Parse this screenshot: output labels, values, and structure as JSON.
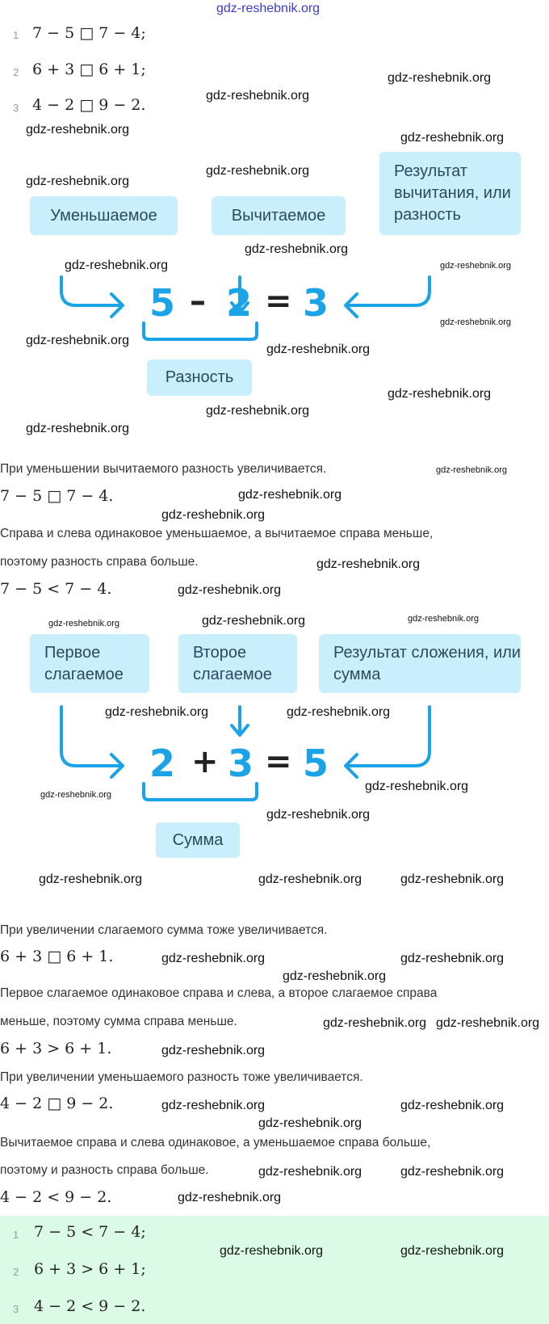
{
  "watermark": "gdz-reshebnik.org",
  "task": [
    {
      "n": "1",
      "expr": "7 − 5 □ 7 − 4;"
    },
    {
      "n": "2",
      "expr": "6 + 3 □ 6 + 1;"
    },
    {
      "n": "3",
      "expr": "4 − 2 □ 9 − 2."
    }
  ],
  "diagram_subtraction": {
    "minuend_label": "Уменьшаемое",
    "subtrahend_label": "Вычитаемое",
    "result_label": "Результат вычитания, или разность",
    "a": "5",
    "op": "–",
    "b": "2",
    "eq": "=",
    "r": "3",
    "bracket_label": "Разность"
  },
  "solution_1": {
    "rule": "При уменьшении вычитаемого разность увеличивается.",
    "expr": "7 − 5 □ 7 − 4.",
    "explanation_1": "Справа и слева одинаковое уменьшаемое, а вычитаемое справа меньше,",
    "explanation_2": "поэтому разность справа больше.",
    "answer": "7 − 5  <  7 − 4."
  },
  "diagram_addition": {
    "addend1_label": "Первое слагаемое",
    "addend2_label": "Второе слагаемое",
    "result_label": "Результат сложения, или сумма",
    "a": "2",
    "op": "+",
    "b": "3",
    "eq": "=",
    "r": "5",
    "bracket_label": "Сумма"
  },
  "solution_2": {
    "rule": "При увеличении слагаемого сумма тоже увеличивается.",
    "expr": "6 + 3 □ 6 + 1.",
    "explanation_1": "Первое слагаемое одинаковое справа и слева, а второе слагаемое справа",
    "explanation_2": "меньше, поэтому сумма справа меньше.",
    "answer": "6 + 3  >  6 + 1."
  },
  "solution_3": {
    "rule": "При увеличении уменьшаемого разность тоже увеличивается.",
    "expr": "4 − 2 □ 9 − 2.",
    "explanation_1": "Вычитаемое справа и слева одинаковое, а уменьшаемое справа больше,",
    "explanation_2": "поэтому и разность справа больше.",
    "answer": "4 − 2  <  9 − 2."
  },
  "answers": [
    {
      "n": "1",
      "expr": "7 − 5  <  7 − 4;"
    },
    {
      "n": "2",
      "expr": "6 + 3  >  6 + 1;"
    },
    {
      "n": "3",
      "expr": "4 − 2  <  9 − 2."
    }
  ],
  "colors": {
    "accent": "#1aa3e6",
    "label_bg": "#c8effb",
    "answer_bg": "#dcfbe6"
  }
}
